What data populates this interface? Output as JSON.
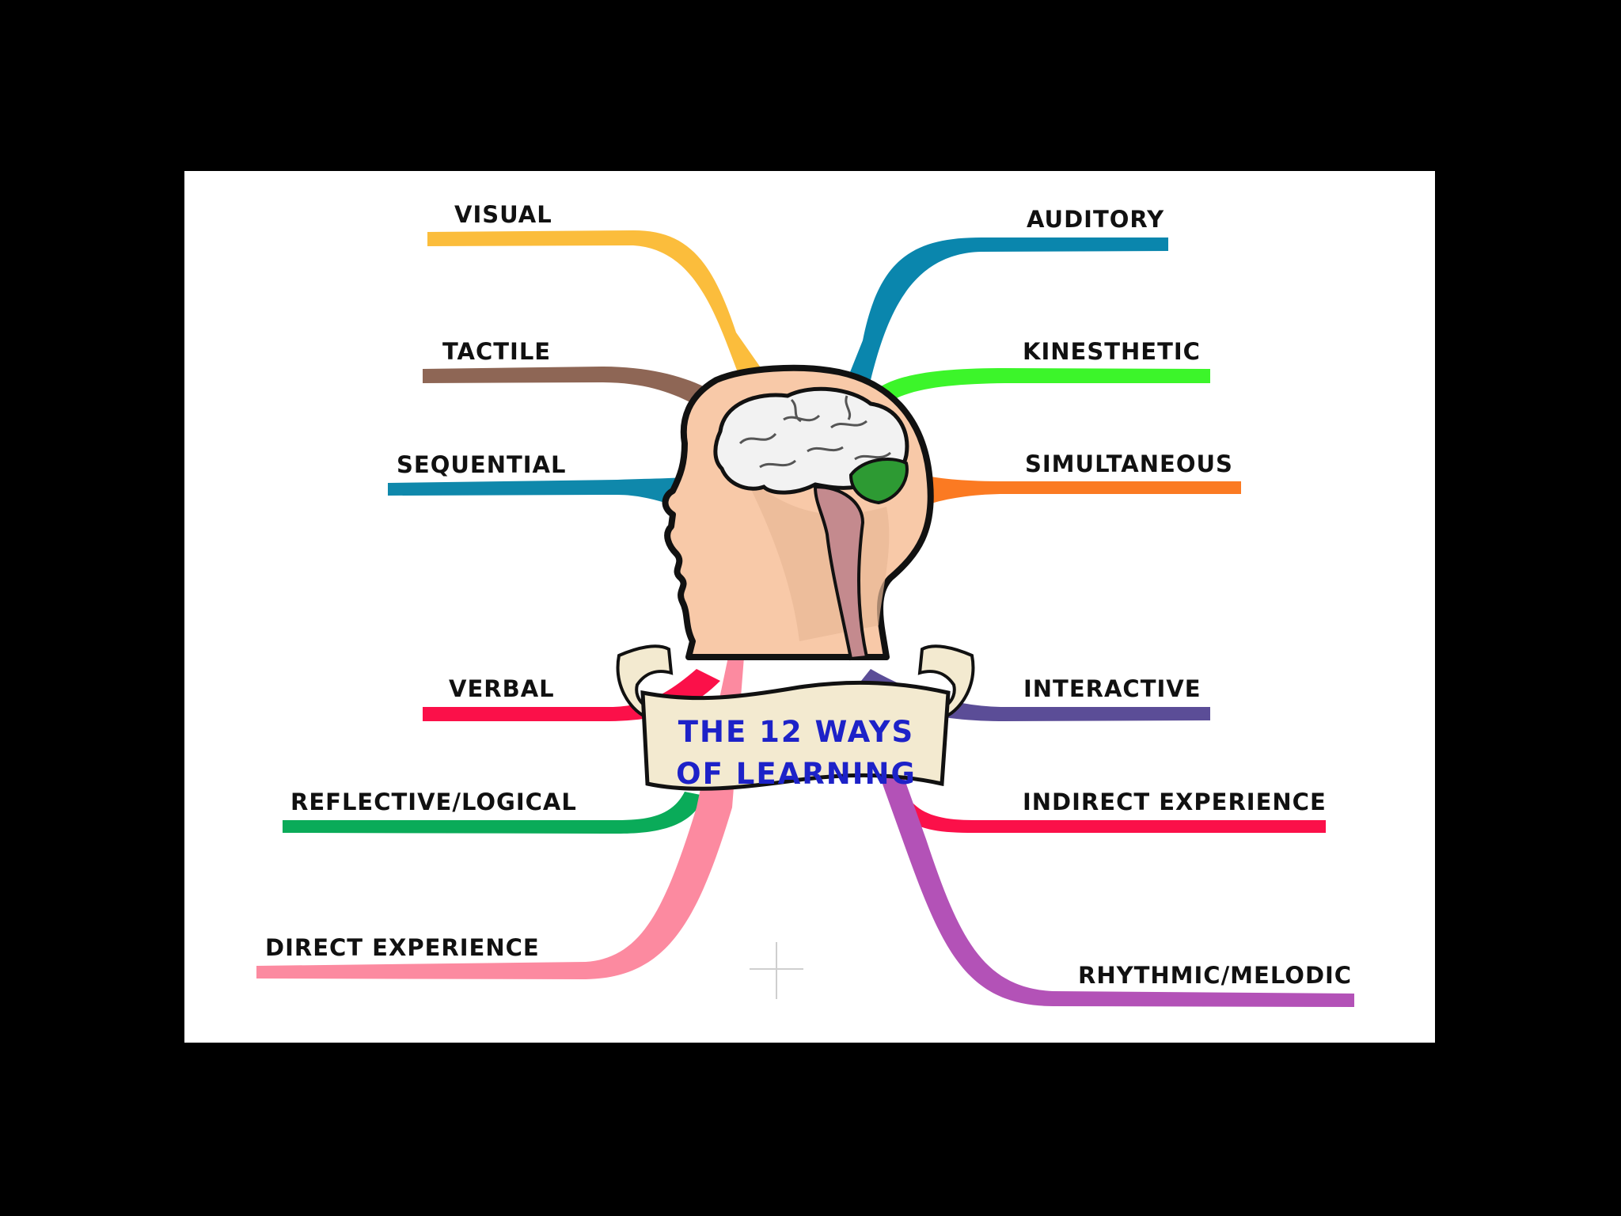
{
  "banner": {
    "line1": "THE 12 WAYS",
    "line2": "OF LEARNING",
    "text_color": "#1d22c8"
  },
  "branches": {
    "visual": {
      "label": "VISUAL",
      "color": "#fbbd3c"
    },
    "auditory": {
      "label": "AUDITORY",
      "color": "#0a86ad"
    },
    "tactile": {
      "label": "TACTILE",
      "color": "#8e6655"
    },
    "kinesthetic": {
      "label": "KINESTHETIC",
      "color": "#3cf52a"
    },
    "sequential": {
      "label": "SEQUENTIAL",
      "color": "#0f88ab"
    },
    "simultaneous": {
      "label": "SIMULTANEOUS",
      "color": "#fb7a22"
    },
    "verbal": {
      "label": "VERBAL",
      "color": "#fb1049"
    },
    "interactive": {
      "label": "INTERACTIVE",
      "color": "#5b4d97"
    },
    "reflective": {
      "label": "REFLECTIVE/LOGICAL",
      "color": "#0aab59"
    },
    "indirect": {
      "label": "INDIRECT EXPERIENCE",
      "color": "#fb1049"
    },
    "direct": {
      "label": "DIRECT EXPERIENCE",
      "color": "#fc8aa0"
    },
    "rhythmic": {
      "label": "RHYTHMIC/MELODIC",
      "color": "#b352b7"
    }
  },
  "illustration": {
    "head_color": "#f8c9a8",
    "brain_color": "#f2f2f2",
    "cerebellum_color": "#2d9a33",
    "spine_color": "#c48a8e",
    "scroll_color": "#f3ead0"
  }
}
